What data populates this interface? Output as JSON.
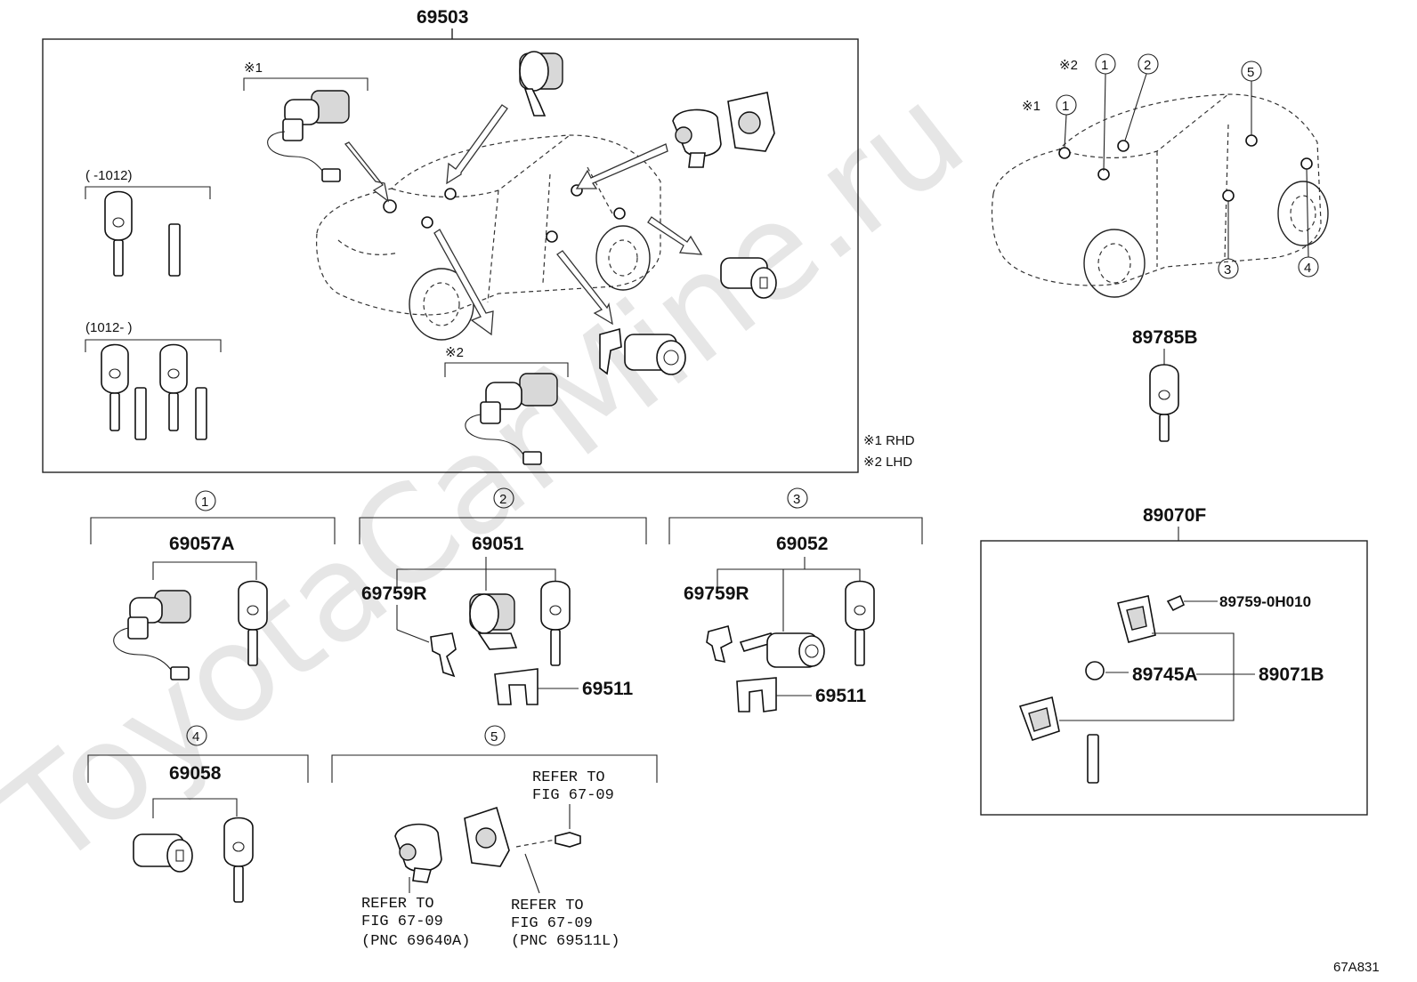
{
  "watermark": "ToyotaCarMine.ru",
  "figure_code": "67A831",
  "top_assembly": {
    "part_number": "69503",
    "variant_marks": [
      "※1",
      "※2"
    ],
    "date_range_1": "(      -1012)",
    "date_range_2": "(1012-      )"
  },
  "legend": {
    "rhd": "※1 RHD",
    "lhd": "※2 LHD"
  },
  "locator": {
    "marks": [
      "※2",
      "※1"
    ],
    "callouts": [
      "1",
      "1",
      "2",
      "3",
      "4",
      "5"
    ]
  },
  "key_89785B": "89785B",
  "groups": {
    "g1": {
      "num": "1",
      "part": "69057A"
    },
    "g2": {
      "num": "2",
      "part": "69051",
      "sub1": "69759R",
      "sub2": "69511"
    },
    "g3": {
      "num": "3",
      "part": "69052",
      "sub1": "69759R",
      "sub2": "69511"
    },
    "g4": {
      "num": "4",
      "part": "69058"
    },
    "g5": {
      "num": "5",
      "refer1_line1": "REFER TO",
      "refer1_line2": "FIG 67-09",
      "refer2_line1": "REFER TO",
      "refer2_line2": "FIG 67-09",
      "refer2_pnc": "(PNC 69640A)",
      "refer3_line1": "REFER TO",
      "refer3_line2": "FIG 67-09",
      "refer3_pnc": "(PNC 69511L)"
    }
  },
  "transmitter": {
    "part": "89070F",
    "screw": "89759-0H010",
    "battery": "89745A",
    "housing": "89071B"
  }
}
